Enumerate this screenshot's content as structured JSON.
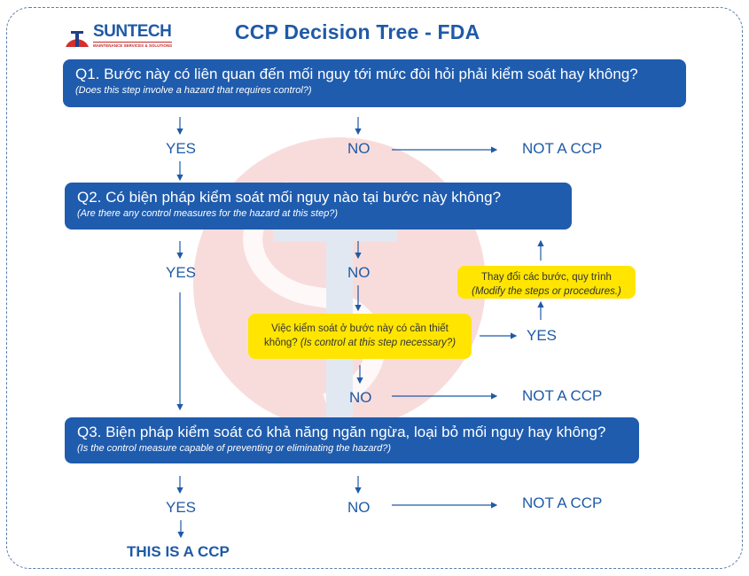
{
  "logo": {
    "name": "SUNTECH",
    "tagline": "MAINTENANCE SERVICES & SOLUTIONS"
  },
  "title": "CCP Decision Tree - FDA",
  "q1": {
    "main": "Q1. Bước này có liên quan đến mối nguy tới mức đòi hỏi phải kiểm soát hay không?",
    "sub": "(Does this step involve a hazard that requires control?)",
    "yes": "YES",
    "no": "NO",
    "result_no": "NOT A CCP"
  },
  "q2": {
    "main": "Q2. Có biện pháp kiểm soát mối nguy nào tại bước này không?",
    "sub": "(Are there any control measures for the hazard at this step?)",
    "yes": "YES",
    "no": "NO"
  },
  "modify_box": {
    "vi": "Thay đổi các bước, quy trình",
    "en": "(Modify the steps or procedures.)"
  },
  "necessary_box": {
    "vi": "Việc kiểm soát ở bước này có cần thiết không?",
    "en": "(Is control at this step necessary?)"
  },
  "necessary": {
    "yes": "YES",
    "no": "NO",
    "result_no": "NOT A CCP"
  },
  "q3": {
    "main": "Q3. Biện pháp kiểm soát có khả năng ngăn ngừa, loại bỏ mối nguy hay không?",
    "sub": "(Is the control measure capable of preventing or eliminating the hazard?)",
    "yes": "YES",
    "no": "NO",
    "result_no": "NOT A CCP",
    "result_yes": "THIS IS A CCP"
  },
  "colors": {
    "primary": "#1f5cae",
    "highlight": "#ffe500",
    "watermark_red": "#f5d5d5",
    "watermark_blue": "#dfe6f0"
  }
}
